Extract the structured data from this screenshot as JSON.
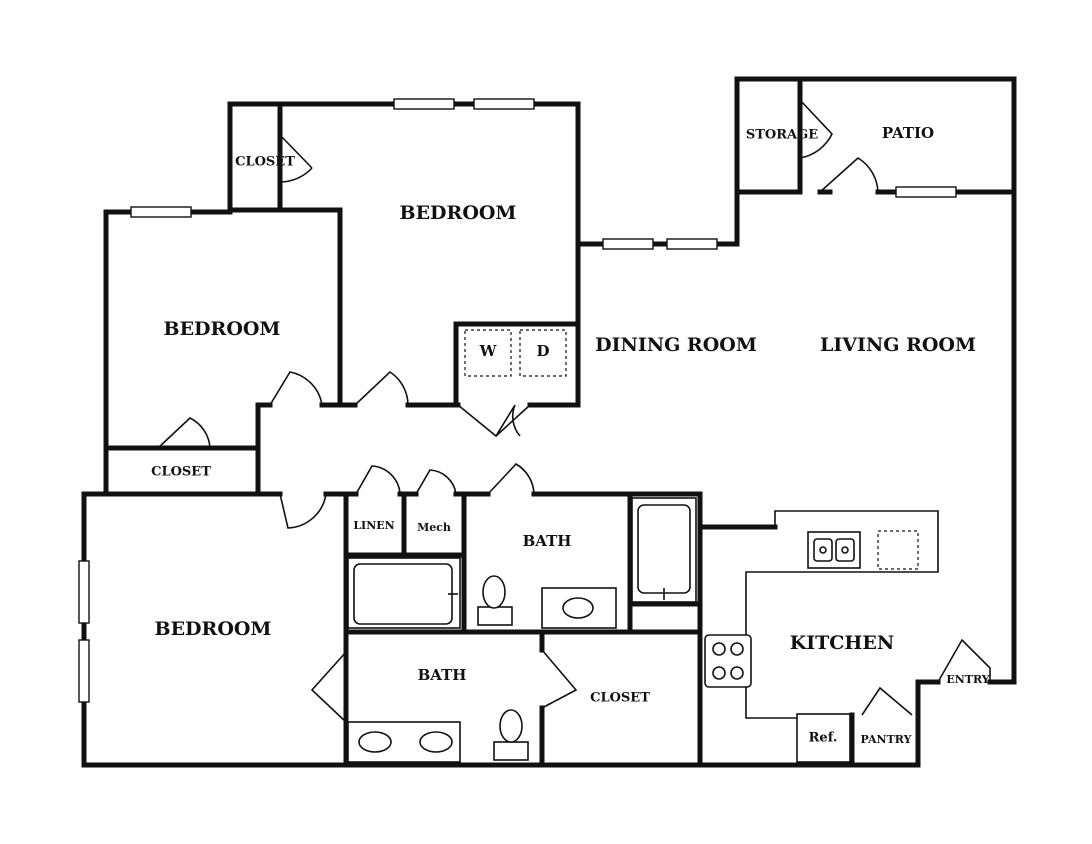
{
  "rooms": {
    "bedroom_top": "BEDROOM",
    "bedroom_left": "BEDROOM",
    "bedroom_bottom": "BEDROOM",
    "closet_top": "CLOSET",
    "closet_left": "CLOSET",
    "closet_bath": "CLOSET",
    "dining": "DINING ROOM",
    "living": "LIVING ROOM",
    "storage": "STORAGE",
    "patio": "PATIO",
    "linen": "LINEN",
    "mech": "Mech",
    "bath_upper": "BATH",
    "bath_lower": "BATH",
    "kitchen": "KITCHEN",
    "entry": "ENTRY",
    "pantry": "PANTRY"
  },
  "fixtures": {
    "washer": "W",
    "dryer": "D",
    "refrigerator": "Ref."
  }
}
